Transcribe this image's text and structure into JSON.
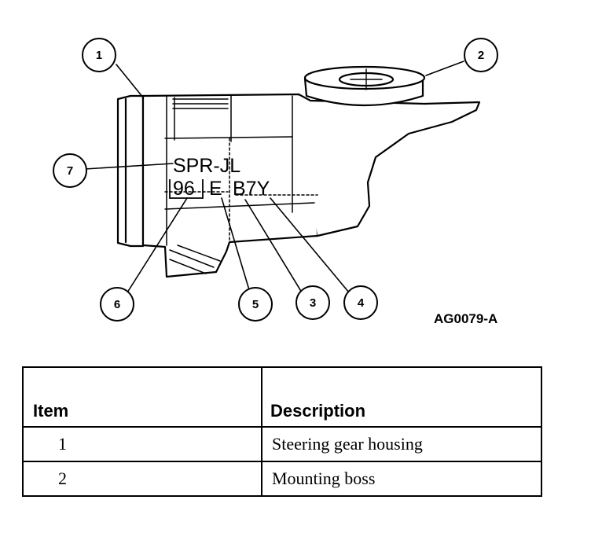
{
  "figure": {
    "id_label": "AG0079-A",
    "stamp": {
      "line1": "SPR-JL",
      "code_year": "96",
      "code_letter": "E",
      "code_suffix": "B7Y"
    },
    "callouts": [
      "1",
      "2",
      "3",
      "4",
      "5",
      "6",
      "7"
    ]
  },
  "table": {
    "headers": {
      "item": "Item",
      "description": "Description"
    },
    "rows": [
      {
        "item": "1",
        "description": "Steering gear housing"
      },
      {
        "item": "2",
        "description": "Mounting boss"
      }
    ]
  }
}
